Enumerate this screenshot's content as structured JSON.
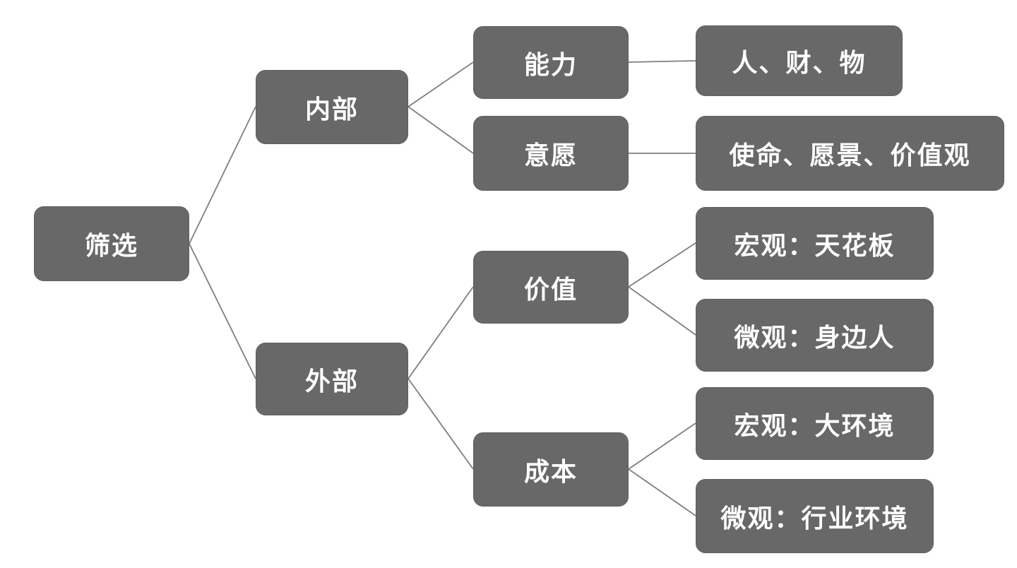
{
  "diagram": {
    "type": "tree",
    "background_color": "#ffffff",
    "node_fill_color": "#686868",
    "node_text_color": "#ffffff",
    "edge_line_color": "#7e7e7e",
    "nodes": {
      "root": {
        "label": "筛选"
      },
      "internal": {
        "label": "内部"
      },
      "external": {
        "label": "外部"
      },
      "ability": {
        "label": "能力"
      },
      "willingness": {
        "label": "意愿"
      },
      "value": {
        "label": "价值"
      },
      "cost": {
        "label": "成本"
      },
      "people_money_things": {
        "label": "人、财、物"
      },
      "mission_vision_values": {
        "label": "使命、愿景、价值观"
      },
      "macro_ceiling": {
        "label": "宏观：天花板"
      },
      "micro_people_around": {
        "label": "微观：身边人"
      },
      "macro_environment": {
        "label": "宏观：大环境"
      },
      "micro_industry_environment": {
        "label": "微观：行业环境"
      }
    },
    "edges": [
      {
        "from": "root",
        "to": "internal"
      },
      {
        "from": "root",
        "to": "external"
      },
      {
        "from": "internal",
        "to": "ability"
      },
      {
        "from": "internal",
        "to": "willingness"
      },
      {
        "from": "external",
        "to": "value"
      },
      {
        "from": "external",
        "to": "cost"
      },
      {
        "from": "ability",
        "to": "people_money_things"
      },
      {
        "from": "willingness",
        "to": "mission_vision_values"
      },
      {
        "from": "value",
        "to": "macro_ceiling"
      },
      {
        "from": "value",
        "to": "micro_people_around"
      },
      {
        "from": "cost",
        "to": "macro_environment"
      },
      {
        "from": "cost",
        "to": "micro_industry_environment"
      }
    ]
  }
}
